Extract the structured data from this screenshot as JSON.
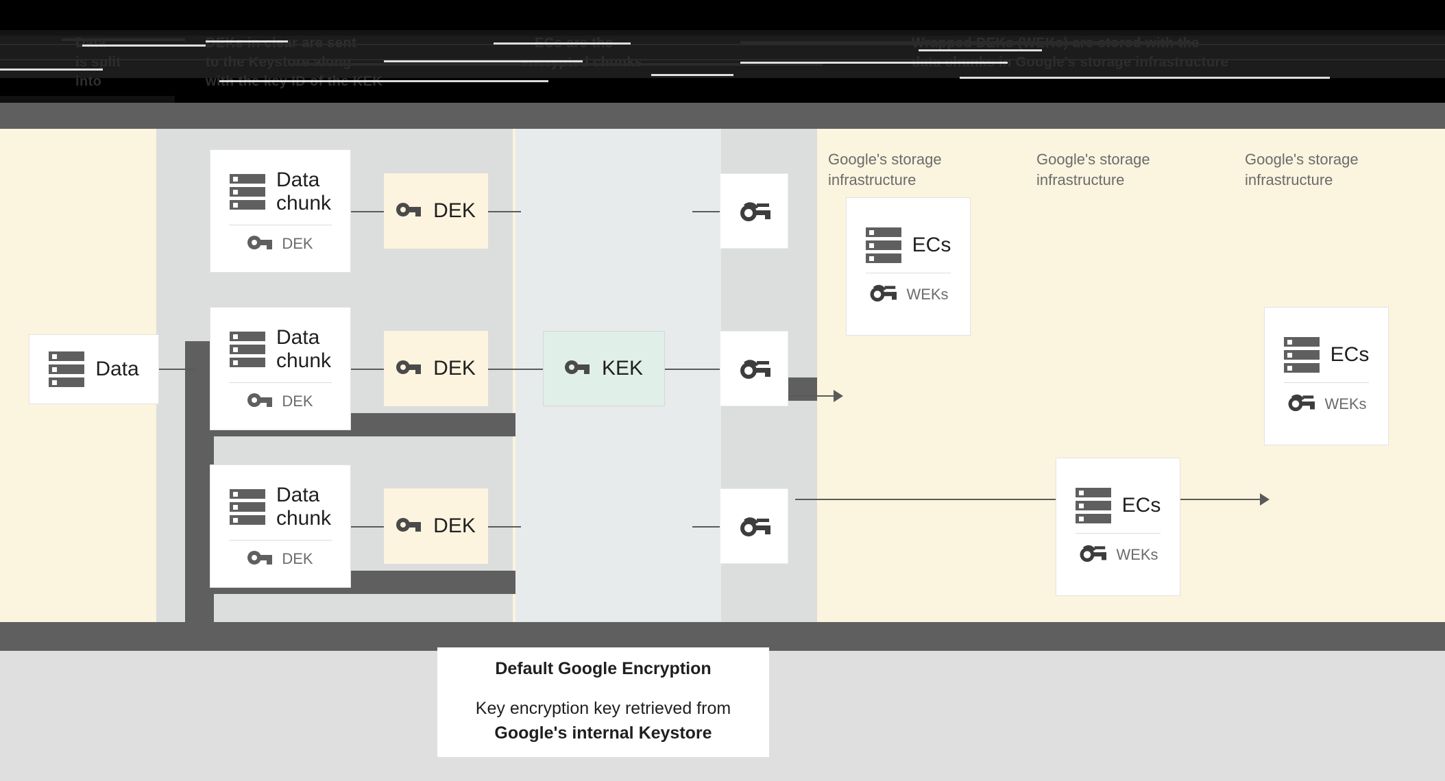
{
  "header": {
    "obscured": true,
    "note": "dark redacted header band with illegible gray-on-black text"
  },
  "diagram": {
    "title": "Default Google Encryption data flow",
    "colors": {
      "canvas_cream": "#fbf4de",
      "band_dek_gray": "#dcdddd",
      "band_kek_bluegray": "#e7ebec",
      "chip_dek": "#fdf4df",
      "chip_kek": "#e0efe7",
      "dark_bar": "#5f5f5f",
      "card_white": "#ffffff",
      "text_dark": "#1f1f1f",
      "text_muted": "#6b6b6b",
      "line": "#5a5a5a"
    },
    "source": {
      "label": "Data",
      "icon": "storage-icon"
    },
    "chunks": [
      {
        "title": "Data\nchunk",
        "icon": "storage-icon",
        "key_label": "DEK",
        "key_icon": "key-icon"
      },
      {
        "title": "Data\nchunk",
        "icon": "storage-icon",
        "key_label": "DEK",
        "key_icon": "key-icon"
      },
      {
        "title": "Data\nchunk",
        "icon": "storage-icon",
        "key_label": "DEK",
        "key_icon": "key-icon"
      }
    ],
    "dek_chips": [
      {
        "label": "DEK",
        "icon": "key-icon"
      },
      {
        "label": "DEK",
        "icon": "key-icon"
      },
      {
        "label": "DEK",
        "icon": "key-icon"
      }
    ],
    "kek": {
      "label": "KEK",
      "icon": "key-icon"
    },
    "wrapped_keys": [
      {
        "icon": "wrapped-key-icon"
      },
      {
        "icon": "wrapped-key-icon"
      },
      {
        "icon": "wrapped-key-icon"
      }
    ],
    "infra_labels": [
      "Google's storage\ninfrastructure",
      "Google's storage\ninfrastructure",
      "Google's storage\ninfrastructure"
    ],
    "ec_cards": [
      {
        "title": "ECs",
        "icon": "storage-icon",
        "key_label": "WEKs",
        "key_icon": "wrapped-key-icon"
      },
      {
        "title": "ECs",
        "icon": "storage-icon",
        "key_label": "WEKs",
        "key_icon": "wrapped-key-icon"
      },
      {
        "title": "ECs",
        "icon": "storage-icon",
        "key_label": "WEKs",
        "key_icon": "wrapped-key-icon"
      }
    ]
  },
  "caption": {
    "title": "Default Google Encryption",
    "line1": "Key encryption key retrieved from",
    "line2": "Google's internal Keystore"
  }
}
